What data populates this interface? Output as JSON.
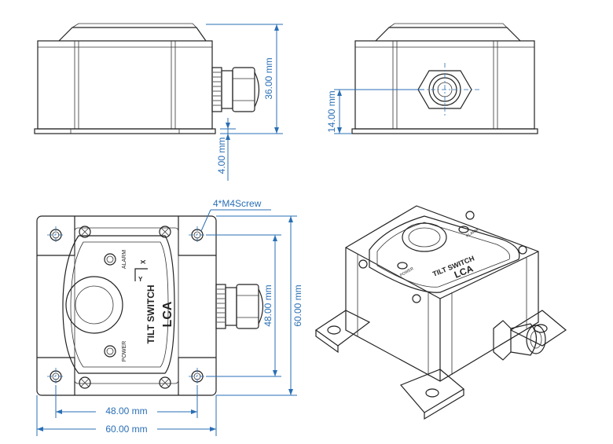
{
  "dimensions": {
    "front_height": "36.00 mm",
    "front_base": "4.00 mm",
    "side_center": "14.00 mm",
    "screw_note": "4*M4Screw",
    "top_hole_spacing_v": "48.00 mm",
    "top_overall_v": "60.00 mm",
    "top_hole_spacing_h": "48.00 mm",
    "top_overall_h": "60.00 mm"
  },
  "device": {
    "name_line1": "TILT SWITCH",
    "name_line2": "LCA",
    "led_alarm": "ALARM",
    "led_power": "POWER",
    "axis_x": "X",
    "axis_y": "Y"
  },
  "colors": {
    "dimension": "#2a6fb5",
    "outline": "#222222"
  }
}
